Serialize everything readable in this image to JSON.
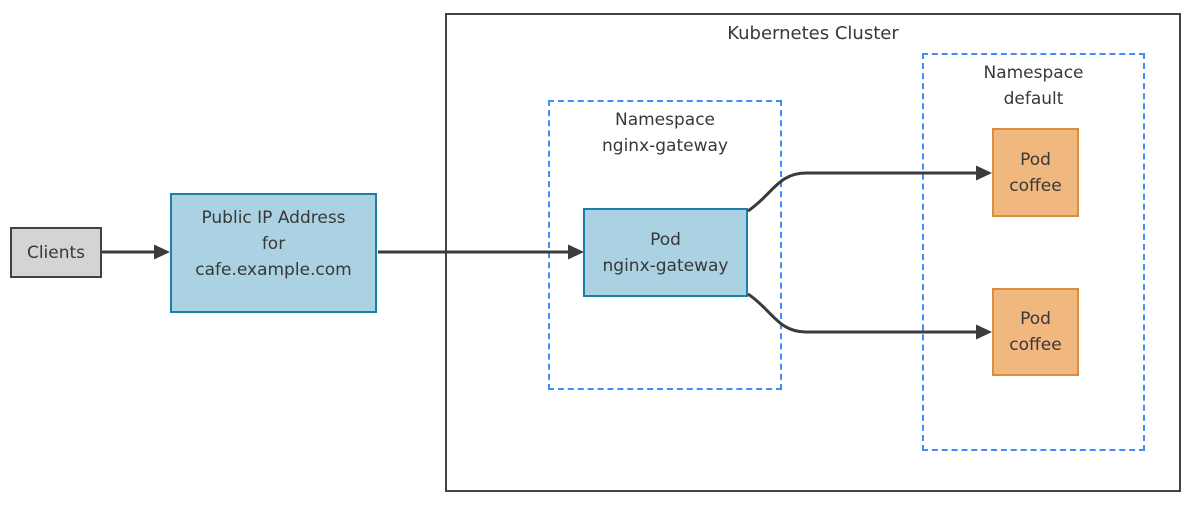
{
  "theme": {
    "canvas_bg": "#ffffff",
    "text_color": "#383838",
    "blue_fill": "#abd2e2",
    "blue_stroke": "#1e7fa6",
    "orange_fill": "#f0b77e",
    "orange_stroke": "#dc8e3f",
    "gray_fill": "#d4d4d4",
    "dark_stroke": "#424242",
    "namespace_stroke": "#3e8ef5",
    "edge_color": "#3b3b3b"
  },
  "nodes": {
    "clients": {
      "label": "Clients"
    },
    "public_ip": {
      "label": "Public IP Address\nfor\ncafe.example.com"
    },
    "cluster": {
      "title": "Kubernetes Cluster"
    },
    "namespace_gateway": {
      "label": "Namespace\nnginx-gateway"
    },
    "pod_gateway": {
      "label": "Pod\nnginx-gateway"
    },
    "namespace_default": {
      "label": "Namespace\ndefault"
    },
    "pod_coffee_top": {
      "label": "Pod\ncoffee"
    },
    "pod_coffee_bottom": {
      "label": "Pod\ncoffee"
    }
  },
  "edges": [
    {
      "from": "clients",
      "to": "public_ip"
    },
    {
      "from": "public_ip",
      "to": "pod_gateway"
    },
    {
      "from": "pod_gateway",
      "to": "pod_coffee_top"
    },
    {
      "from": "pod_gateway",
      "to": "pod_coffee_bottom"
    }
  ]
}
